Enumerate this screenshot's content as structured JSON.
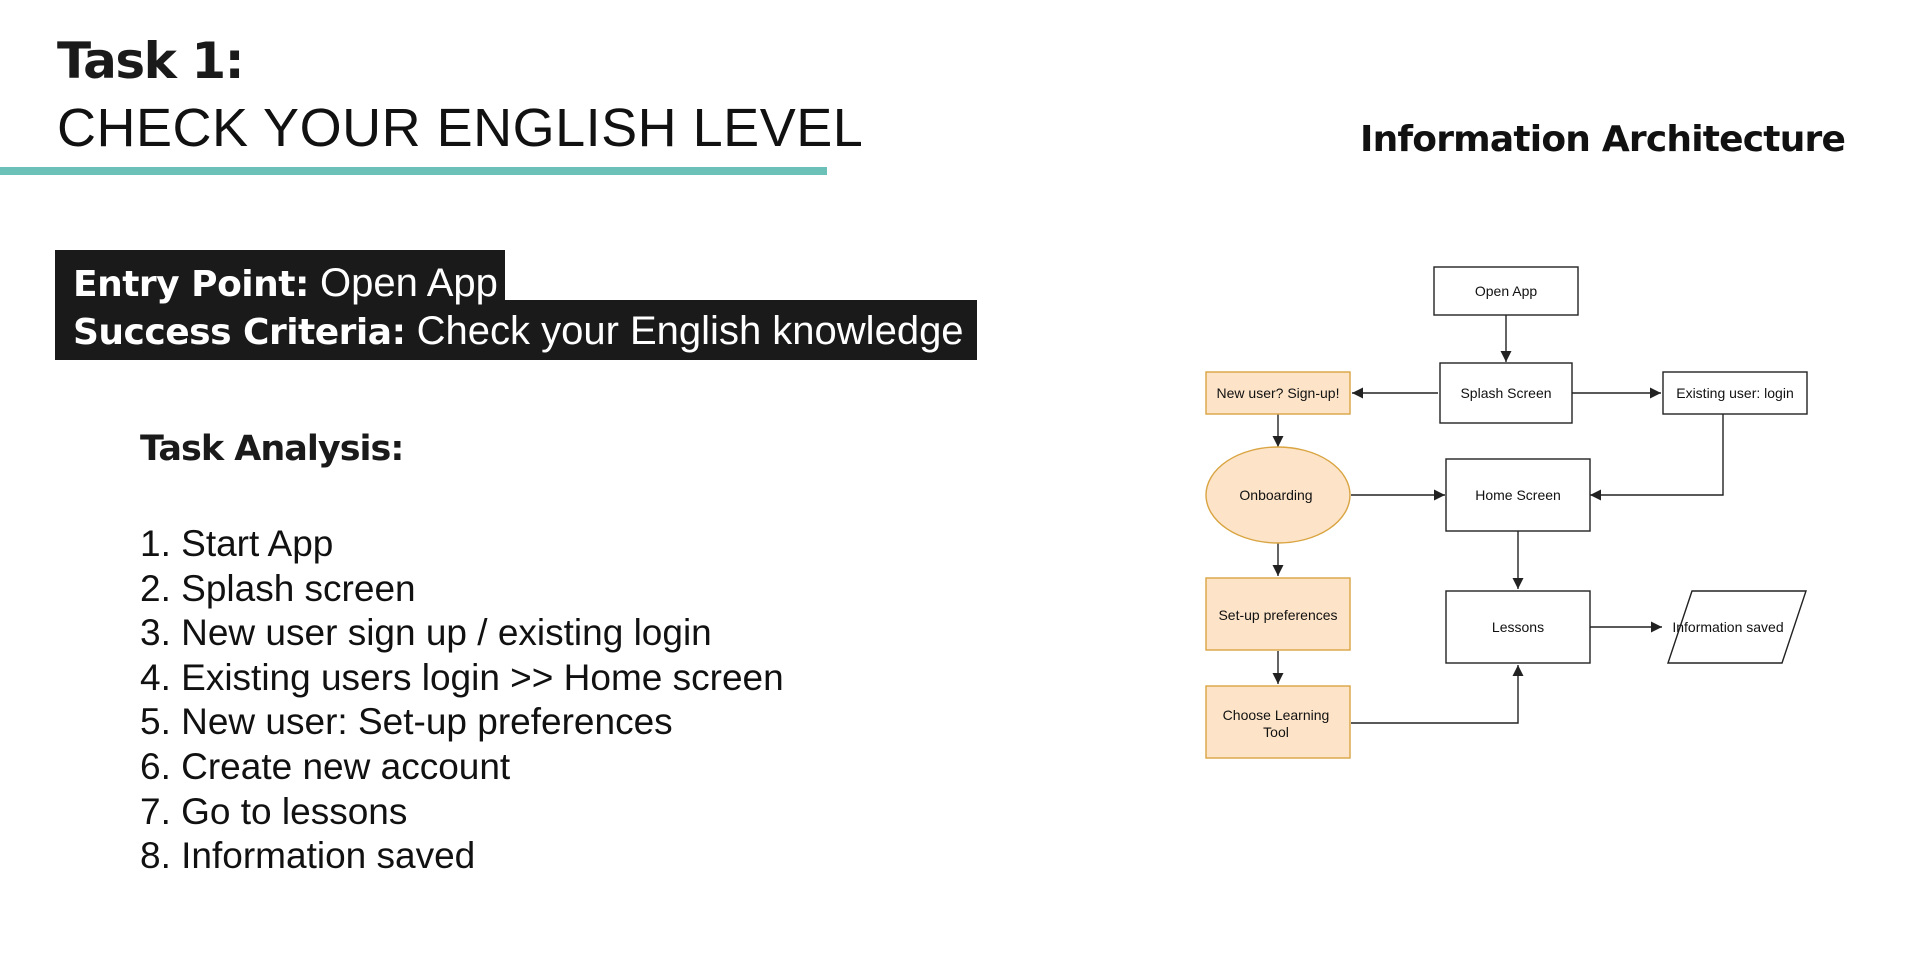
{
  "header": {
    "task_label": "Task 1:",
    "task_title": "CHECK YOUR ENGLISH LEVEL"
  },
  "criteria": {
    "entry_label": "Entry Point:",
    "entry_value": " Open App",
    "success_label": "Success Criteria:",
    "success_value": " Check your English knowledge"
  },
  "task_analysis": {
    "heading": "Task Analysis:",
    "steps": [
      "1. Start App",
      "2. Splash screen",
      "3. New user sign up / existing login",
      "4. Existing users login >> Home screen",
      "5. New user: Set-up preferences",
      "6. Create new account",
      "7. Go to lessons",
      "8. Information saved"
    ]
  },
  "ia": {
    "title": "Information Architecture",
    "nodes": {
      "open_app": "Open App",
      "splash": "Splash Screen",
      "new_user": "New user? Sign-up!",
      "existing_user": "Existing user: login",
      "onboarding": "Onboarding",
      "home": "Home Screen",
      "preferences": "Set-up preferences",
      "lessons": "Lessons",
      "saved": "Information saved",
      "learning_tool_line1": "Choose Learning",
      "learning_tool_line2": "Tool"
    }
  },
  "colors": {
    "teal_rule": "#6bc0b8",
    "label_block": "#1a1a1a",
    "user_path_fill": "#fde4c8",
    "user_path_stroke": "#d9a441",
    "node_stroke": "#222222"
  }
}
